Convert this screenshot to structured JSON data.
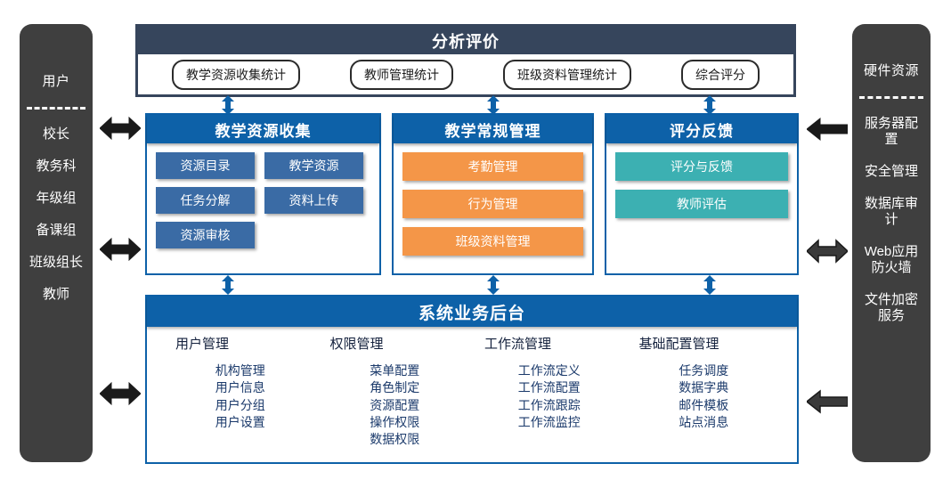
{
  "left_rail": {
    "header": "用户",
    "items": [
      "校长",
      "教务科",
      "年级组",
      "备课组",
      "班级组长",
      "教师"
    ]
  },
  "right_rail": {
    "header": "硬件资源",
    "items": [
      "服务器配\n置",
      "安全管理",
      "数据库审\n计",
      "Web应用\n防火墙",
      "文件加密\n服务"
    ]
  },
  "analysis": {
    "title": "分析评价",
    "pills": [
      "教学资源收集统计",
      "教师管理统计",
      "班级资料管理统计",
      "综合评分"
    ]
  },
  "panels": [
    {
      "title": "教学资源收集",
      "style": "blue",
      "buttons": [
        "资源目录",
        "教学资源",
        "任务分解",
        "资料上传",
        "资源审核"
      ]
    },
    {
      "title": "教学常规管理",
      "style": "orange",
      "buttons": [
        "考勤管理",
        "行为管理",
        "班级资料管理"
      ]
    },
    {
      "title": "评分反馈",
      "style": "teal",
      "buttons": [
        "评分与反馈",
        "教师评估"
      ]
    }
  ],
  "system": {
    "title": "系统业务后台",
    "columns": [
      {
        "title": "用户管理",
        "items": [
          "机构管理",
          "用户信息",
          "用户分组",
          "用户设置"
        ]
      },
      {
        "title": "权限管理",
        "items": [
          "菜单配置",
          "角色制定",
          "资源配置",
          "操作权限",
          "数据权限"
        ]
      },
      {
        "title": "工作流管理",
        "items": [
          "工作流定义",
          "工作流配置",
          "工作流跟踪",
          "工作流监控"
        ]
      },
      {
        "title": "基础配置管理",
        "items": [
          "任务调度",
          "数据字典",
          "邮件模板",
          "站点消息"
        ]
      }
    ]
  },
  "colors": {
    "navy_header": "#36455c",
    "panel_blue": "#0d61a8",
    "button_blue": "#3a6ba5",
    "button_orange": "#f49648",
    "button_teal": "#3cb0b2",
    "rail_gray": "#3f3f3f",
    "arrow_black": "#1a1a1a"
  }
}
